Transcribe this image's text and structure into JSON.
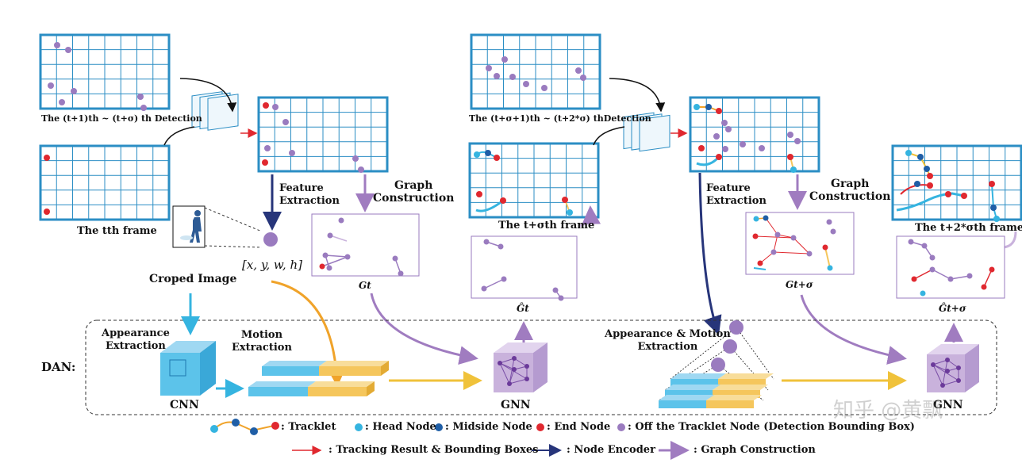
{
  "colors": {
    "grid_blue": "#2b8ec4",
    "tracklet_cyan": "#35b4e0",
    "mid_blue": "#1f5ea6",
    "end_red": "#e0282f",
    "off_purple": "#9a7bbf",
    "navy_arrow": "#27357a",
    "purple_arrow": "#a07cc0",
    "orange_arrow": "#f0a32a",
    "cube_blue": "#5cc3ea",
    "cube_purple": "#c9b2dc",
    "feature_orange": "#f5c65c"
  },
  "labels": {
    "det_left": "The (t+1)th ~ (t+σ) th Detection",
    "frame_t": "The tth frame",
    "feature_extraction_1": "Feature\nExtraction",
    "graph_construction_1": "Graph\nConstruction",
    "crop_vector": "[x, y, w, h]",
    "croped_image": "Croped Image",
    "g_t": "Gt",
    "det_right": "The (t+σ+1)th ~ (t+2*σ) thDetection",
    "frame_t_sigma": "The t+σth frame",
    "g_hat_t": "Ĝt",
    "feature_extraction_2": "Feature\nExtraction",
    "graph_construction_2": "Graph\nConstruction",
    "frame_t_2sigma": "The t+2*σth frame",
    "g_t_sigma": "Gt+σ",
    "g_hat_t_sigma": "Ĝt+σ",
    "dan": "DAN:",
    "appearance_extraction": "Appearance\nExtraction",
    "motion_extraction": "Motion\nExtraction",
    "cnn": "CNN",
    "gnn_1": "GNN",
    "appearance_motion": "Appearance & Motion\nExtraction",
    "gnn_2": "GNN",
    "watermark": "知乎 @黄飘"
  },
  "legend": {
    "tracklet": ": Tracklet",
    "head_node": ": Head Node",
    "midside_node": ": Midside Node",
    "end_node": ": End Node",
    "off_node": ": Off the Tracklet Node (Detection Bounding Box)",
    "tracking_result": ": Tracking Result & Bounding Boxes",
    "node_encoder": ": Node Encoder",
    "graph_construction": ": Graph Construction"
  }
}
